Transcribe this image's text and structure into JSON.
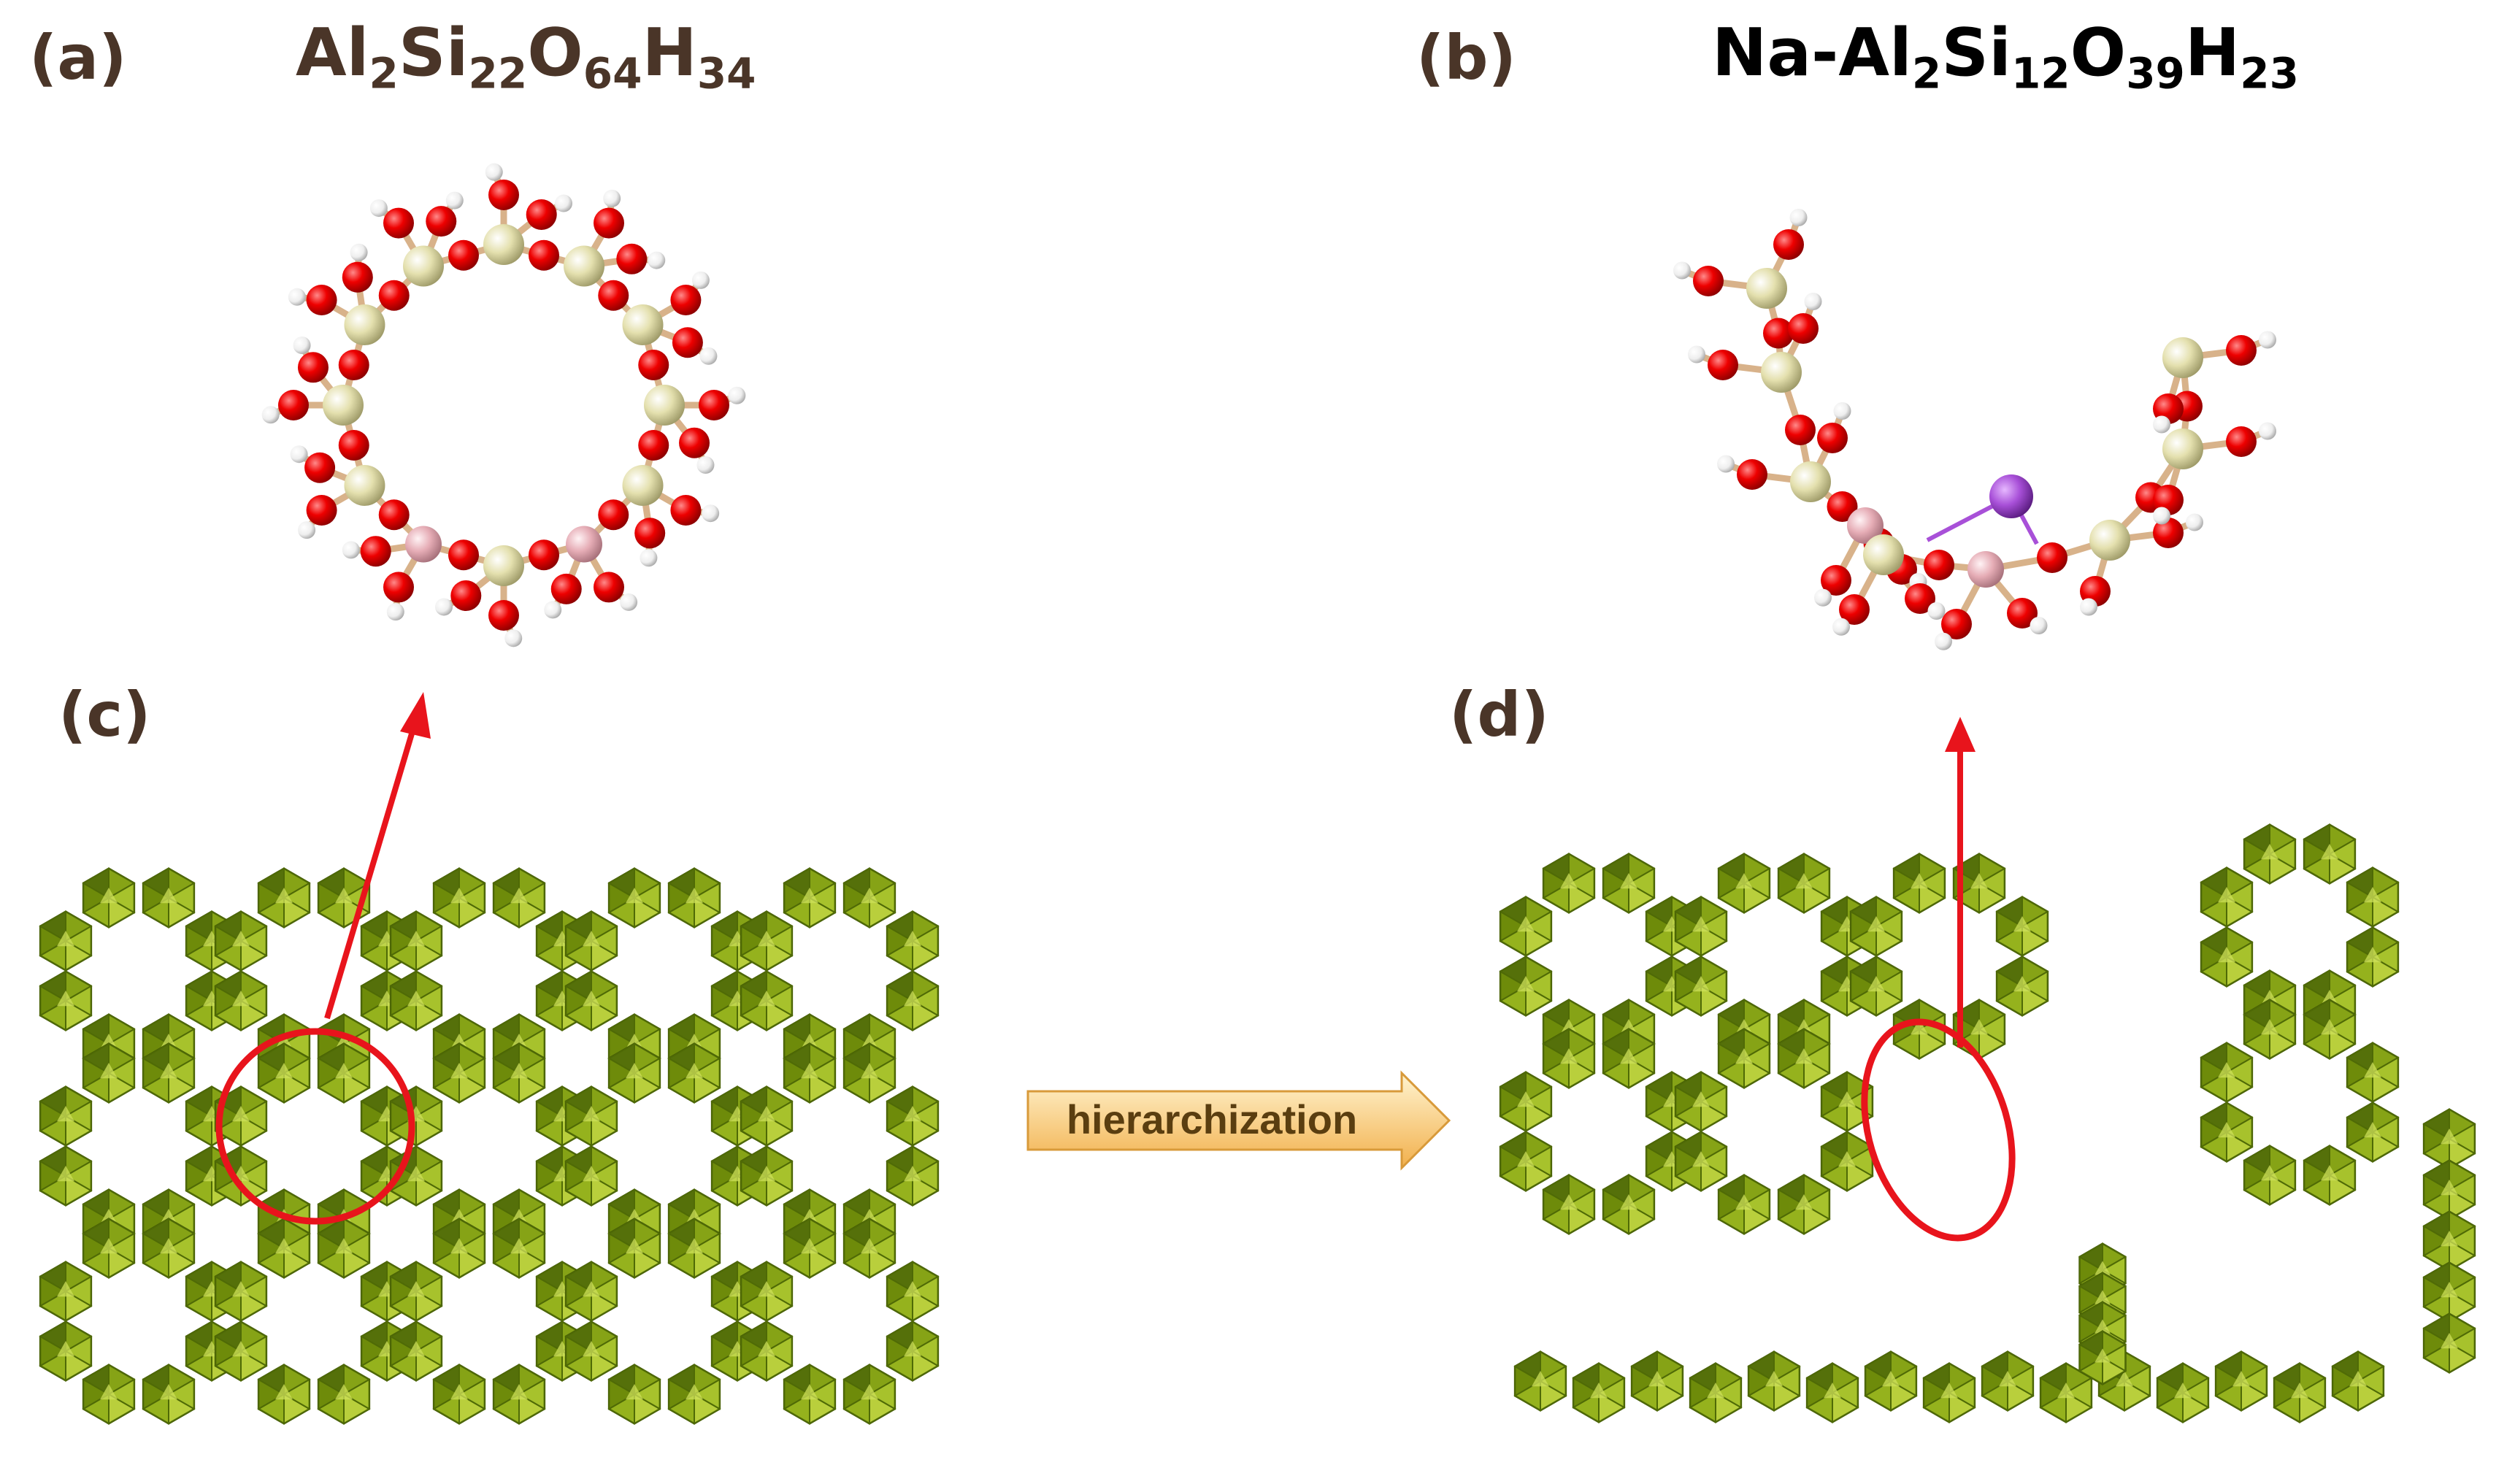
{
  "labels": {
    "a": "(a)",
    "b": "(b)",
    "c": "(c)",
    "d": "(d)"
  },
  "formula_a": {
    "parts": [
      {
        "t": "Al",
        "sub": "2"
      },
      {
        "t": "Si",
        "sub": "22"
      },
      {
        "t": "O",
        "sub": "64"
      },
      {
        "t": "H",
        "sub": "34"
      }
    ]
  },
  "formula_b": {
    "parts": [
      {
        "t": "Na-Al",
        "sub": "2"
      },
      {
        "t": "Si",
        "sub": "12"
      },
      {
        "t": "O",
        "sub": "39"
      },
      {
        "t": "H",
        "sub": "23"
      }
    ]
  },
  "arrow_label": "hierarchization",
  "colors": {
    "label_brown": "#4a3528",
    "framework_green": "#7a9a12",
    "framework_dark": "#4f6a06",
    "framework_light": "#b9cf3c",
    "highlight_red": "#e8141c",
    "oxygen": "#ee0000",
    "silicon": "#e6e2b0",
    "aluminum": "#e8b0b8",
    "hydrogen": "#f4f4f4",
    "sodium": "#a850d8",
    "arrow_fill_top": "#fff1c8",
    "arrow_fill_bottom": "#f3b450"
  },
  "icons": [
    "cluster-ring-model",
    "cluster-fragment-model",
    "zeolite-framework",
    "hierarchical-framework"
  ]
}
